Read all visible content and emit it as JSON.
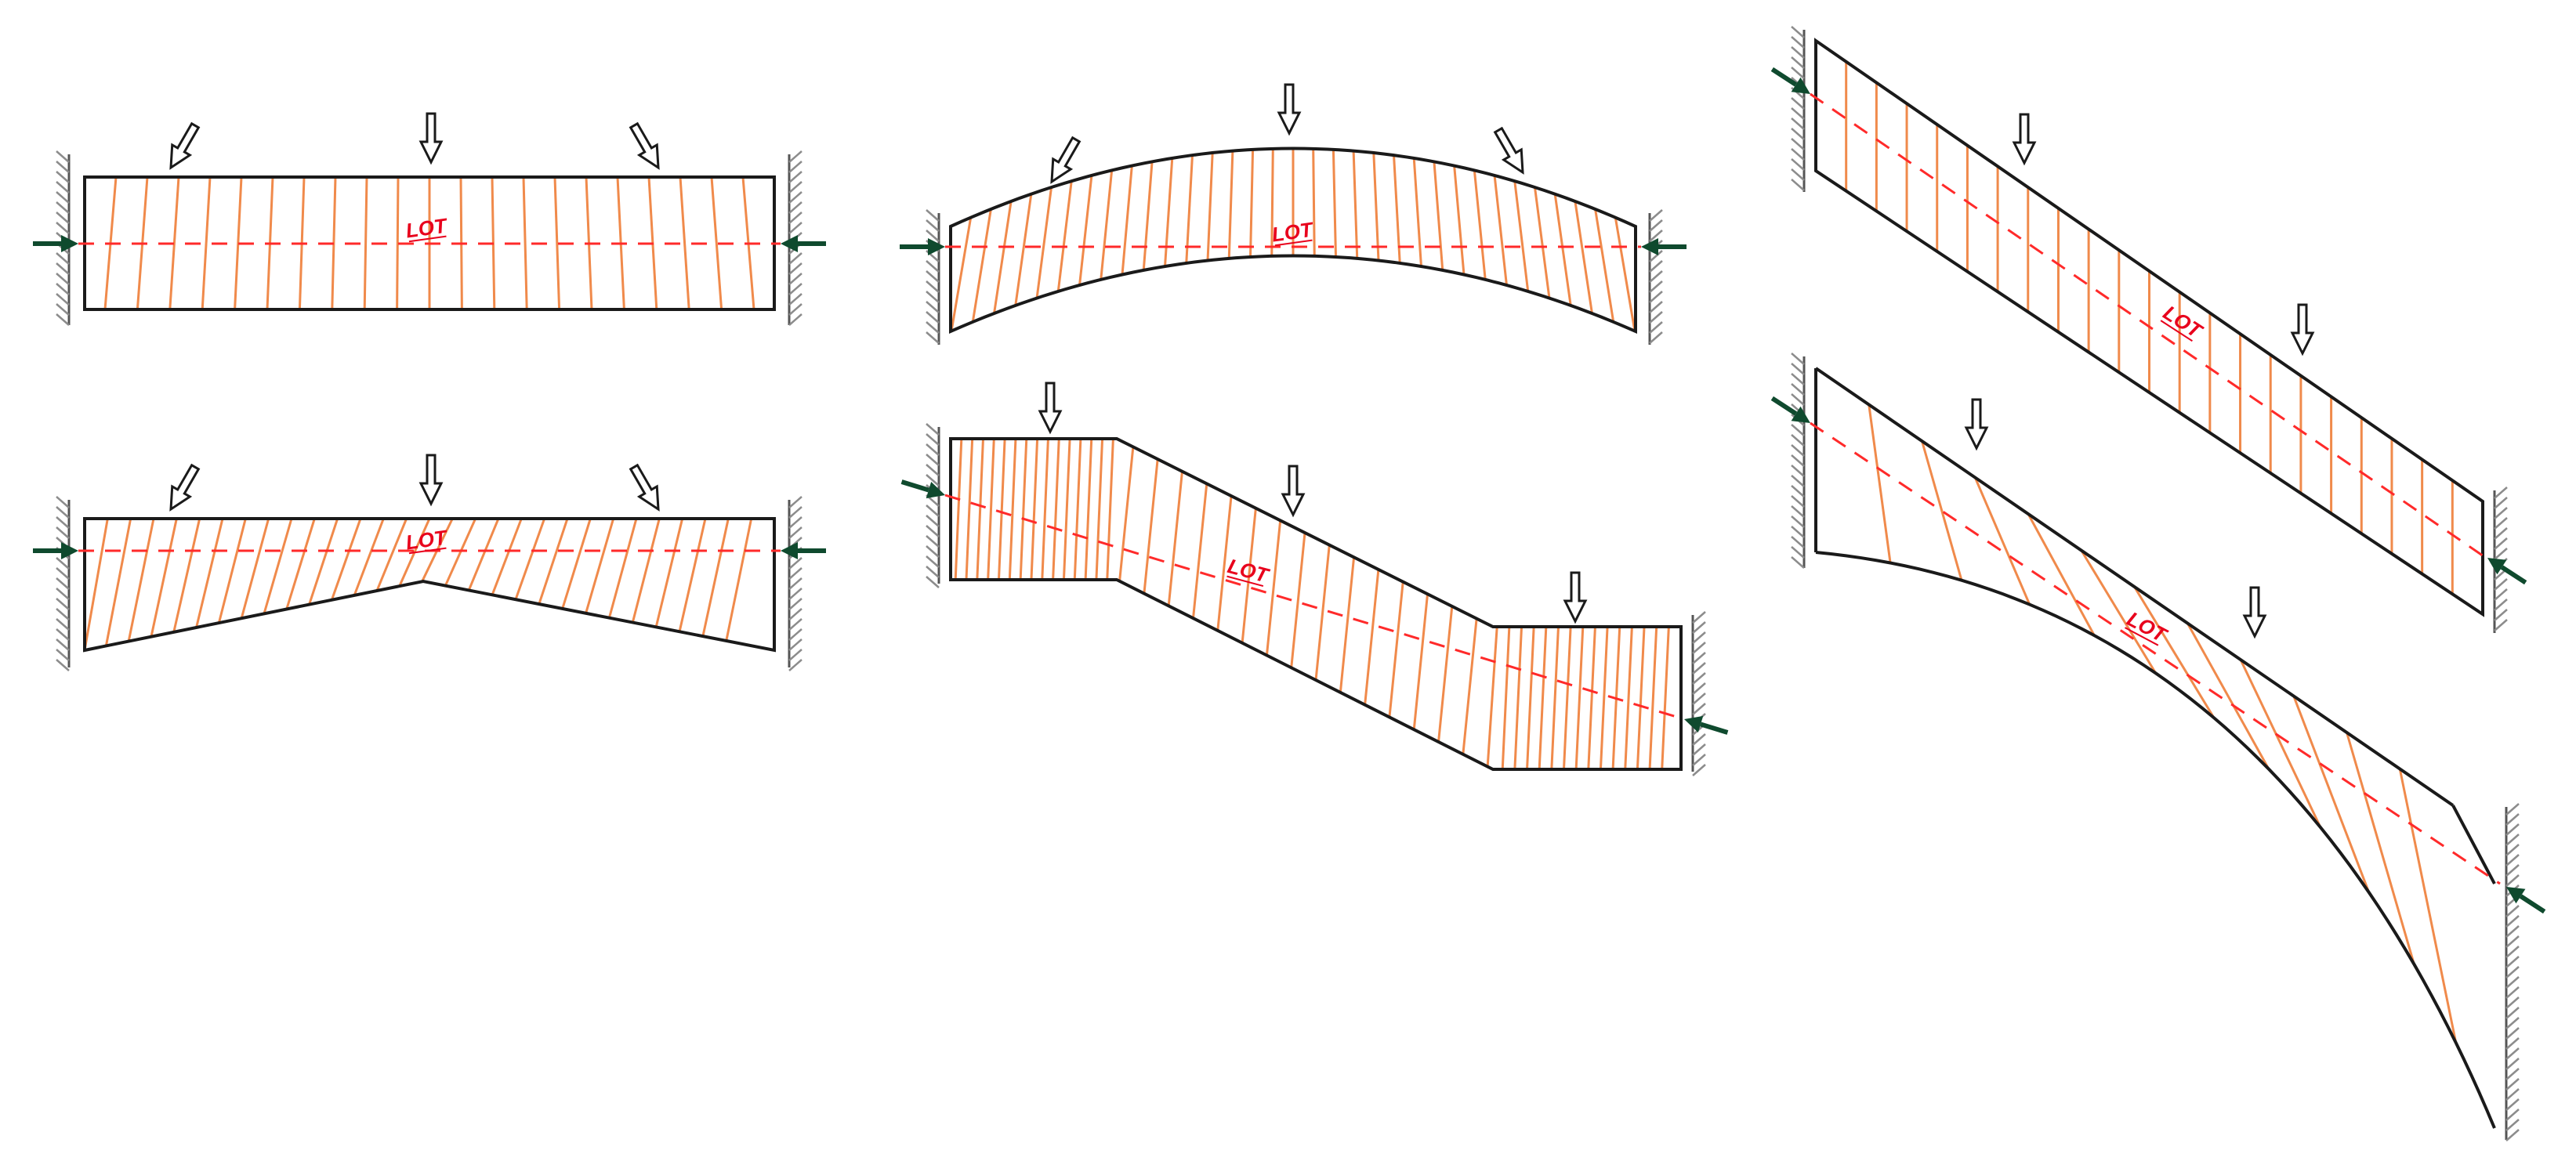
{
  "label": "LOT",
  "colors": {
    "outline": "#1a1a1a",
    "hatch": "#f08a4b",
    "thrust_line": "#ff2a2a",
    "lot_text": "#e8001c",
    "support_arrow": "#0f4a2e",
    "support_hatch": "#8c8c8c",
    "load_arrow_fill": "#ffffff"
  },
  "diagrams": [
    {
      "shape": "rectangular-beam"
    },
    {
      "shape": "tapered-beam"
    },
    {
      "shape": "curved-arch-beam"
    },
    {
      "shape": "stepped-beam"
    },
    {
      "shape": "inclined-beam"
    },
    {
      "shape": "curved-haunch-beam"
    }
  ]
}
